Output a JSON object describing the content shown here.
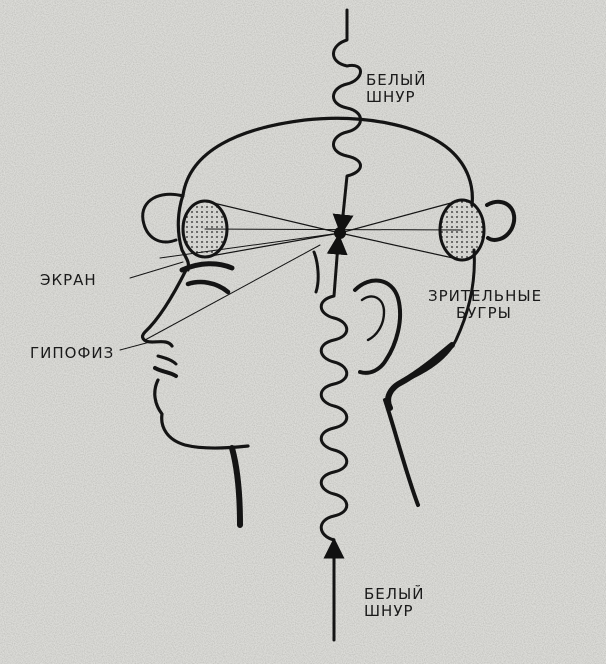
{
  "labels": {
    "white_cord_top": [
      "БЕЛЫЙ",
      "ШНУР"
    ],
    "white_cord_bottom": [
      "БЕЛЫЙ",
      "ШНУР"
    ],
    "screen": "ЭКРАН",
    "pituitary": "ГИПОФИЗ",
    "visual_tubercles": [
      "ЗРИТЕЛЬНЫЕ",
      "БУГРЫ"
    ]
  },
  "colors": {
    "paper": "#dcdcd8",
    "ink": "#141414"
  }
}
